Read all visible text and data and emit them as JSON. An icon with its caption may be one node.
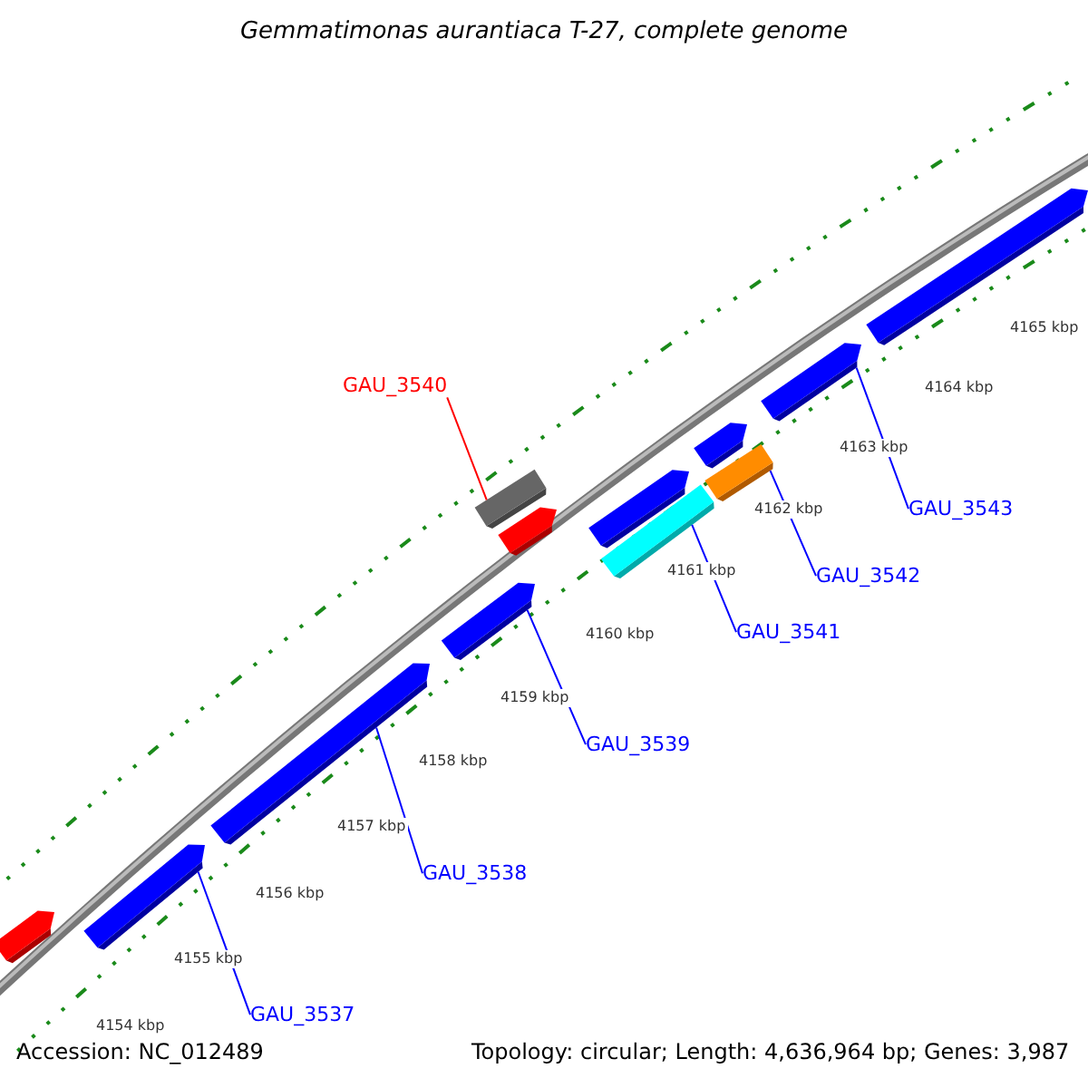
{
  "diagram": {
    "title": "Gemmatimonas aurantiaca T-27, complete genome",
    "nodes": [
      {
        "text": [
          "GAU_3540"
        ]
      },
      {
        "text": [],
        "shape": "bar"
      },
      {
        "text": [],
        "shape": "bar"
      },
      {
        "text": [],
        "shape": "bar"
      },
      {
        "text": [],
        "shape": "bar"
      },
      {
        "text": [],
        "shape": "bar"
      },
      {
        "text": [],
        "shape": "bar"
      },
      {
        "text": [],
        "shape": "bar"
      },
      {
        "text": [],
        "shape": "bar"
      },
      {
        "text": [],
        "shape": "bar"
      },
      {
        "text": [],
        "shape": "bar"
      },
      {
        "text": [],
        "shape": "bar"
      },
      {
        "text": [],
        "shape": "bar"
      },
      {
        "text": [
          "GAU_3543"
        ]
      },
      {
        "text": [
          "GAU_3542"
        ]
      },
      {
        "text": [
          "GAU_3541"
        ]
      },
      {
        "text": [
          "GAU_3539"
        ]
      },
      {
        "text": [
          "GAU_3538"
        ]
      },
      {
        "text": [
          "GAU_3537"
        ]
      }
    ],
    "edges": [
      {
        "from": 0,
        "to": 1,
        "arrow": "none",
        "color": "#ff0000"
      },
      {
        "from": 13,
        "to": 4,
        "arrow": "none"
      },
      {
        "from": 14,
        "to": 6,
        "arrow": "none"
      },
      {
        "from": 15,
        "to": 8,
        "arrow": "none"
      },
      {
        "from": 16,
        "to": 9,
        "arrow": "none"
      },
      {
        "from": 17,
        "to": 10,
        "arrow": "none"
      },
      {
        "from": 18,
        "to": 11,
        "arrow": "none"
      }
    ],
    "labels": [
      "4165 kbp",
      "4164 kbp",
      "4163 kbp",
      "4162 kbp",
      "4161 kbp",
      "4160 kbp",
      "4159 kbp",
      "4158 kbp",
      "4157 kbp",
      "4156 kbp",
      "4155 kbp",
      "4154 kbp",
      "Accession: NC_012489",
      "Topology: circular; Length: 4,636,964 bp; Genes: 3,987"
    ]
  }
}
